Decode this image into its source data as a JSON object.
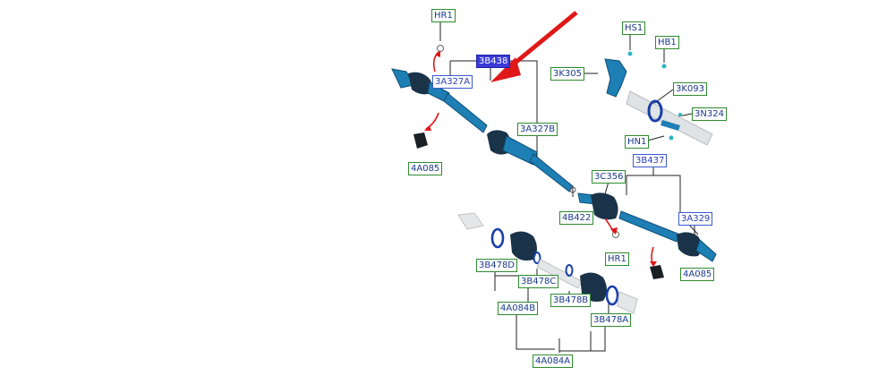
{
  "colors": {
    "part": "#1e7fb4",
    "part_dark": "#0f4f78",
    "boot": "#1a3348",
    "leader": "#222222",
    "arrow_red": "#e01818",
    "ring_blue": "#1a3fa8",
    "ghost": "#d9dcdf",
    "label_border_green": "#2e8b2e",
    "label_border_blue": "#3a5ad0",
    "label_selected": "#3a3ad8"
  },
  "labels": {
    "hr1_top": "HR1",
    "b438": "3B438",
    "a327a": "3A327A",
    "a085_left": "4A085",
    "a327b": "3A327B",
    "hs1": "HS1",
    "hb1": "HB1",
    "k305": "3K305",
    "k093": "3K093",
    "n324": "3N324",
    "hn1": "HN1",
    "b437": "3B437",
    "c356": "3C356",
    "b422": "4B422",
    "a329": "3A329",
    "hr1_bottom": "HR1",
    "a085_right": "4A085",
    "b478d": "3B478D",
    "b478c": "3B478C",
    "a084b": "4A084B",
    "b478b": "3B478B",
    "b478a": "3B478A",
    "a084a": "4A084A"
  }
}
